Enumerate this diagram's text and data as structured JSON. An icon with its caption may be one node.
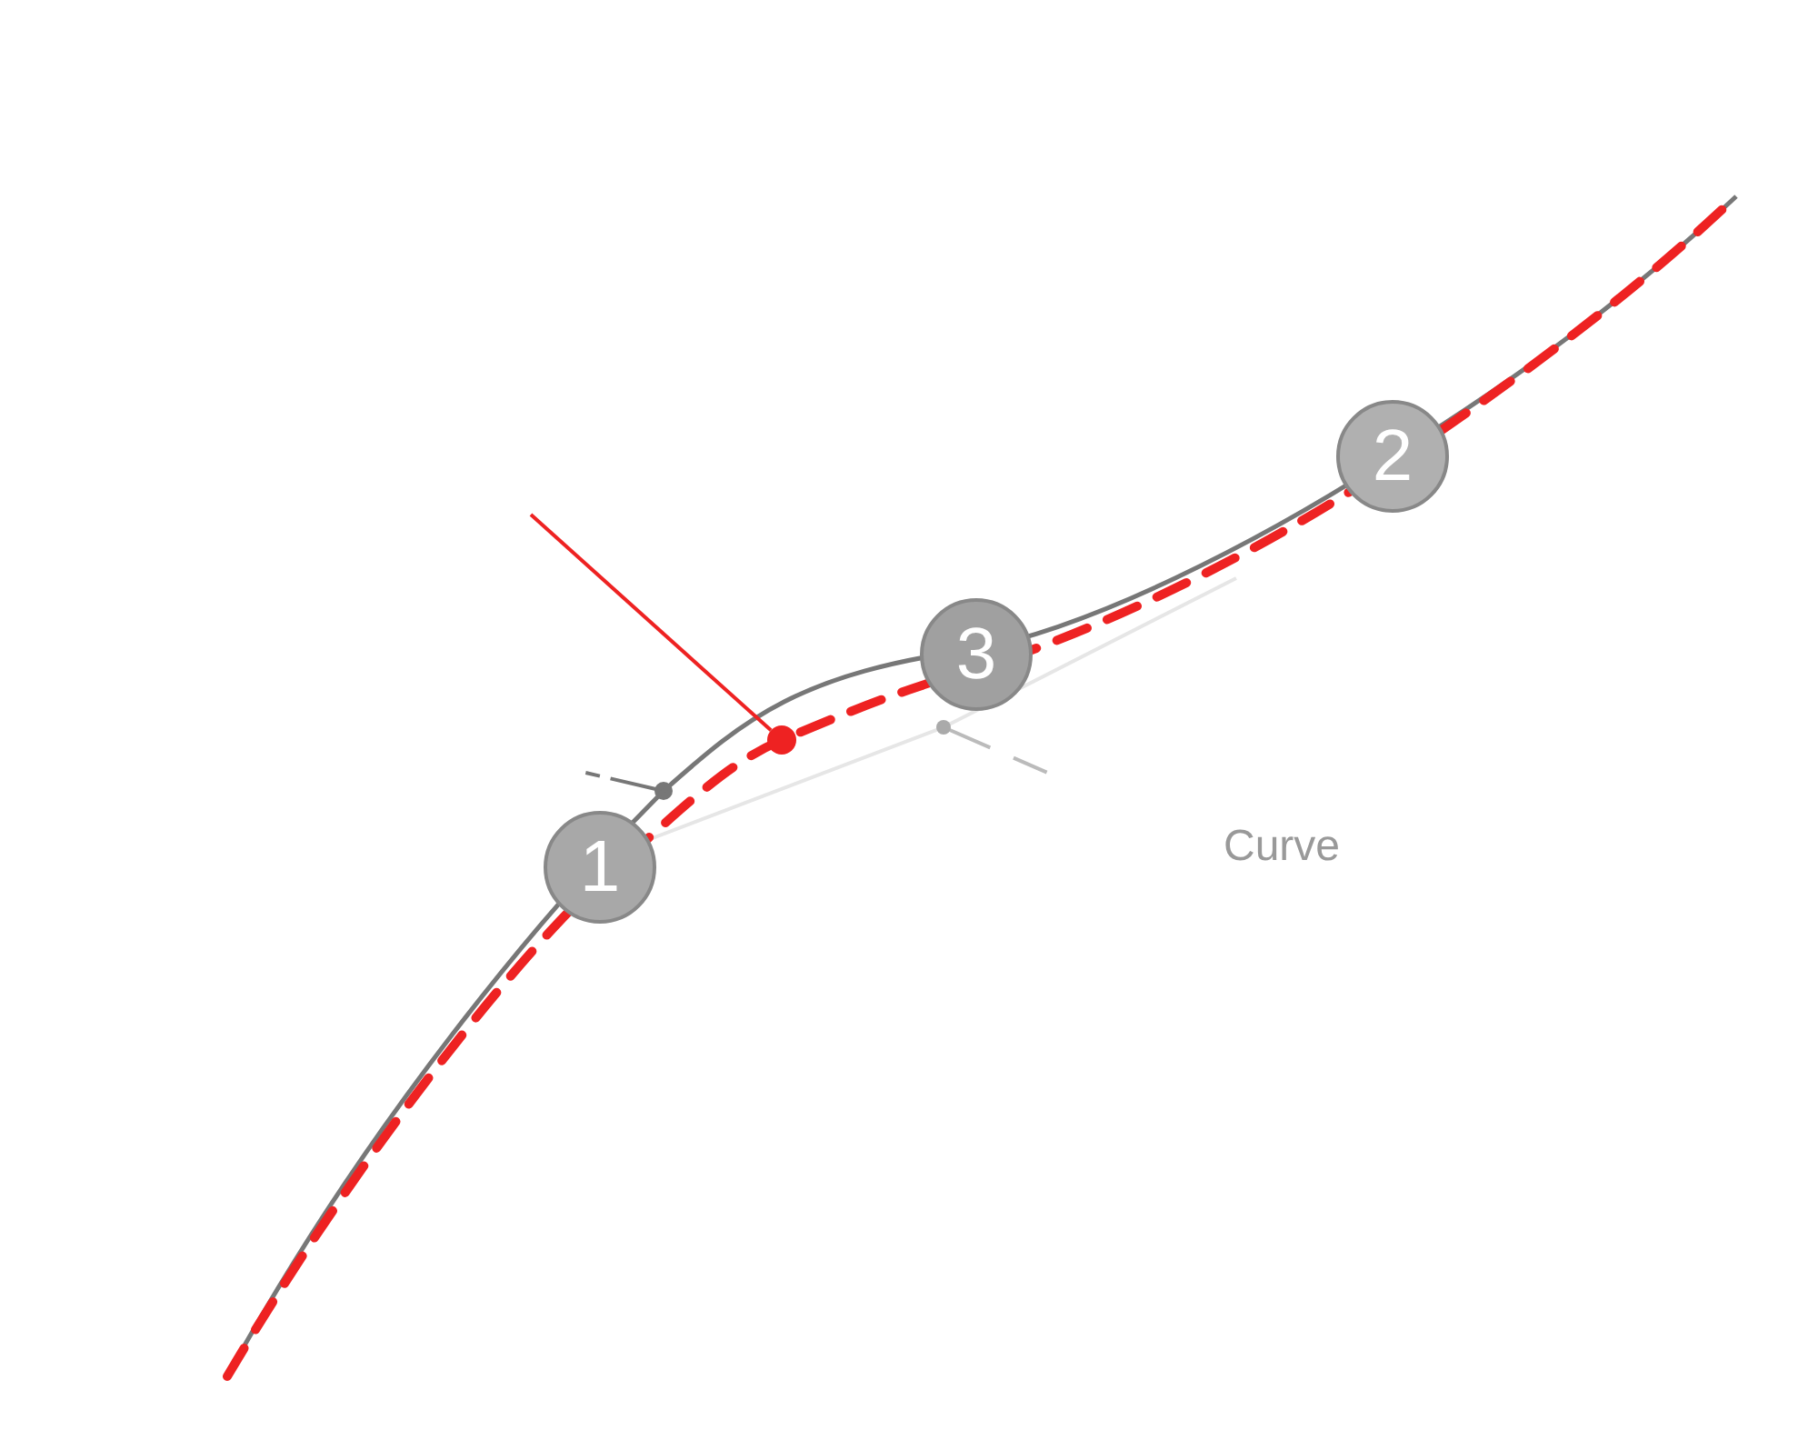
{
  "diagram": {
    "nodes": [
      {
        "text": [
          "1"
        ]
      },
      {
        "text": [
          "3"
        ]
      },
      {
        "text": [
          "2"
        ]
      },
      {
        "text": [],
        "shape": "circle"
      }
    ],
    "edges": [
      {
        "from": null,
        "to": 3,
        "arrow": "none",
        "color": "#ee2222"
      }
    ],
    "labels": [
      "Curve"
    ]
  }
}
